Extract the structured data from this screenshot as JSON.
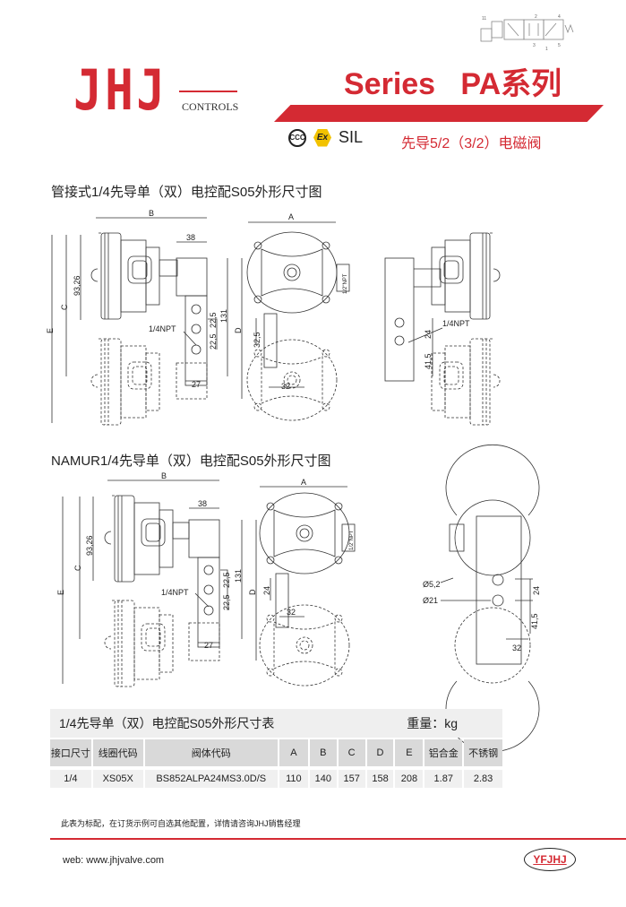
{
  "header": {
    "logo": "JHJ",
    "logo_sub": "CONTROLS",
    "series": "Series   PA系列",
    "certs": {
      "ccc": "CCC",
      "ex": "Ex",
      "sil": "SIL"
    },
    "subtitle": "先导5/2（3/2）电磁阀",
    "schematic_ports": [
      "11",
      "2",
      "4",
      "3",
      "5",
      "1"
    ]
  },
  "sections": [
    {
      "title": "管接式1/4先导单（双）电控配S05外形尺寸图",
      "labels": {
        "B": "B",
        "A": "A",
        "C": "C",
        "D": "D",
        "E": "E",
        "d38": "38",
        "d9326": "93,26",
        "d131": "131",
        "d225a": "22,5",
        "d225b": "22,5",
        "npt": "1/4NPT",
        "d27": "27",
        "d325": "32,5",
        "d32": "32",
        "npt12": "1/2\"NPT",
        "r24": "24",
        "r415": "41,5",
        "rnpt": "1/4NPT"
      }
    },
    {
      "title": "NAMUR1/4先导单（双）电控配S05外形尺寸图",
      "labels": {
        "B": "B",
        "A": "A",
        "C": "C",
        "D": "D",
        "E": "E",
        "d38": "38",
        "d9326": "93,26",
        "d131": "131",
        "d225a": "22,5",
        "d225b": "22,5",
        "npt": "1/4NPT",
        "d27": "27",
        "d24": "24",
        "d32": "32",
        "npt12": "1/2\"NPT",
        "o52": "Ø5,2",
        "o21": "Ø21",
        "r24": "24",
        "r415": "41,5",
        "r32": "32"
      }
    }
  ],
  "table": {
    "title": "1/4先导单（双）电控配S05外形尺寸表",
    "weight_label": "重量：kg",
    "headers": [
      "接口尺寸",
      "线圈代码",
      "阀体代码",
      "A",
      "B",
      "C",
      "D",
      "E",
      "铝合金",
      "不锈钢"
    ],
    "rows": [
      [
        "1/4",
        "XS05X",
        "BS852ALPA24MS3.0D/S",
        "110",
        "140",
        "157",
        "158",
        "208",
        "1.87",
        "2.83"
      ]
    ]
  },
  "note": "此表为标配，在订货示例可自选其他配置，详情请咨询JHJ销售经理",
  "footer": {
    "web": "web:  www.jhjvalve.com",
    "brand": "YFJHJ"
  }
}
